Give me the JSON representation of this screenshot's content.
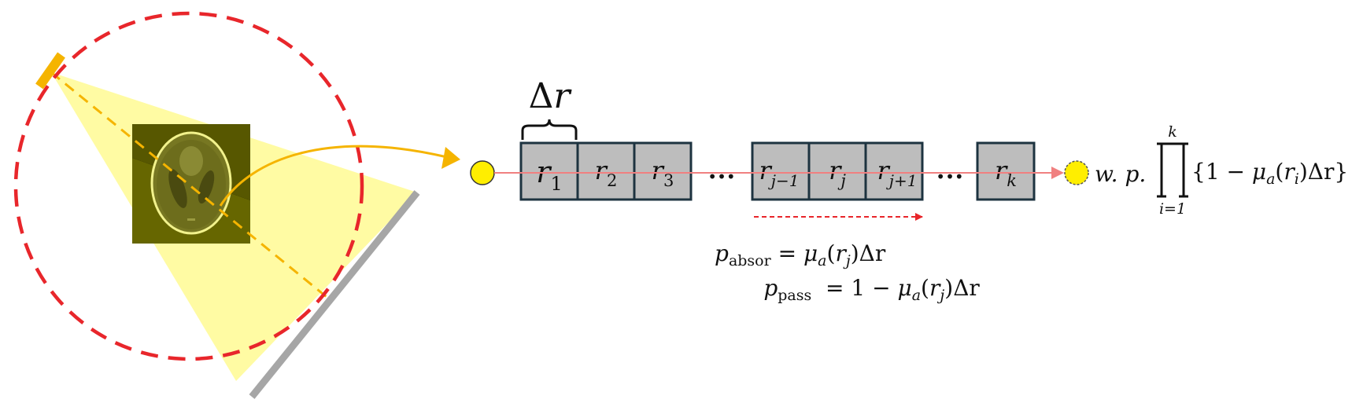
{
  "colors": {
    "fov_circle": "#e8262b",
    "beam": "#fffb9e",
    "source": "#f5b400",
    "arrow": "#f5b400",
    "detector": "#a6a6a6",
    "ray": "#f08080",
    "cell_fill": "#bdbdbd",
    "cell_stroke": "#1d3340",
    "direction_arrow": "#e8262b",
    "photon_fill": "#ffee00"
  },
  "icons": {
    "phantom": "shepp-logan-phantom-icon",
    "source": "x-ray-source-icon",
    "detector": "detector-panel-icon"
  },
  "cells": {
    "c1": {
      "base": "r",
      "sub": "1"
    },
    "c2": {
      "base": "r",
      "sub": "2"
    },
    "c3": {
      "base": "r",
      "sub": "3"
    },
    "c4": {
      "base": "r",
      "sub": "j−1"
    },
    "c5": {
      "base": "r",
      "sub": "j"
    },
    "c6": {
      "base": "r",
      "sub": "j+1"
    },
    "c7": {
      "base": "r",
      "sub": "k"
    }
  },
  "ellipsis": "•••",
  "delta_r": "Δ",
  "delta_r_var": "r",
  "eq_absorb": {
    "p": "p",
    "sub": "absor",
    "eq": " = ",
    "mu": "μ",
    "mu_sub": "a",
    "open": "(",
    "r": "r",
    "r_sub": "j",
    "close": ")Δr"
  },
  "eq_pass": {
    "p": "p",
    "sub": "pass",
    "eq": "  = 1 − ",
    "mu": "μ",
    "mu_sub": "a",
    "open": "(",
    "r": "r",
    "r_sub": "j",
    "close": ")Δr"
  },
  "product": {
    "wp": "w. p.",
    "upper": "k",
    "lower": "i=1",
    "open": "{1 − ",
    "mu": "μ",
    "mu_sub": "a",
    "arg_open": "(",
    "r": "r",
    "r_sub": "i",
    "close": ")Δr}"
  }
}
